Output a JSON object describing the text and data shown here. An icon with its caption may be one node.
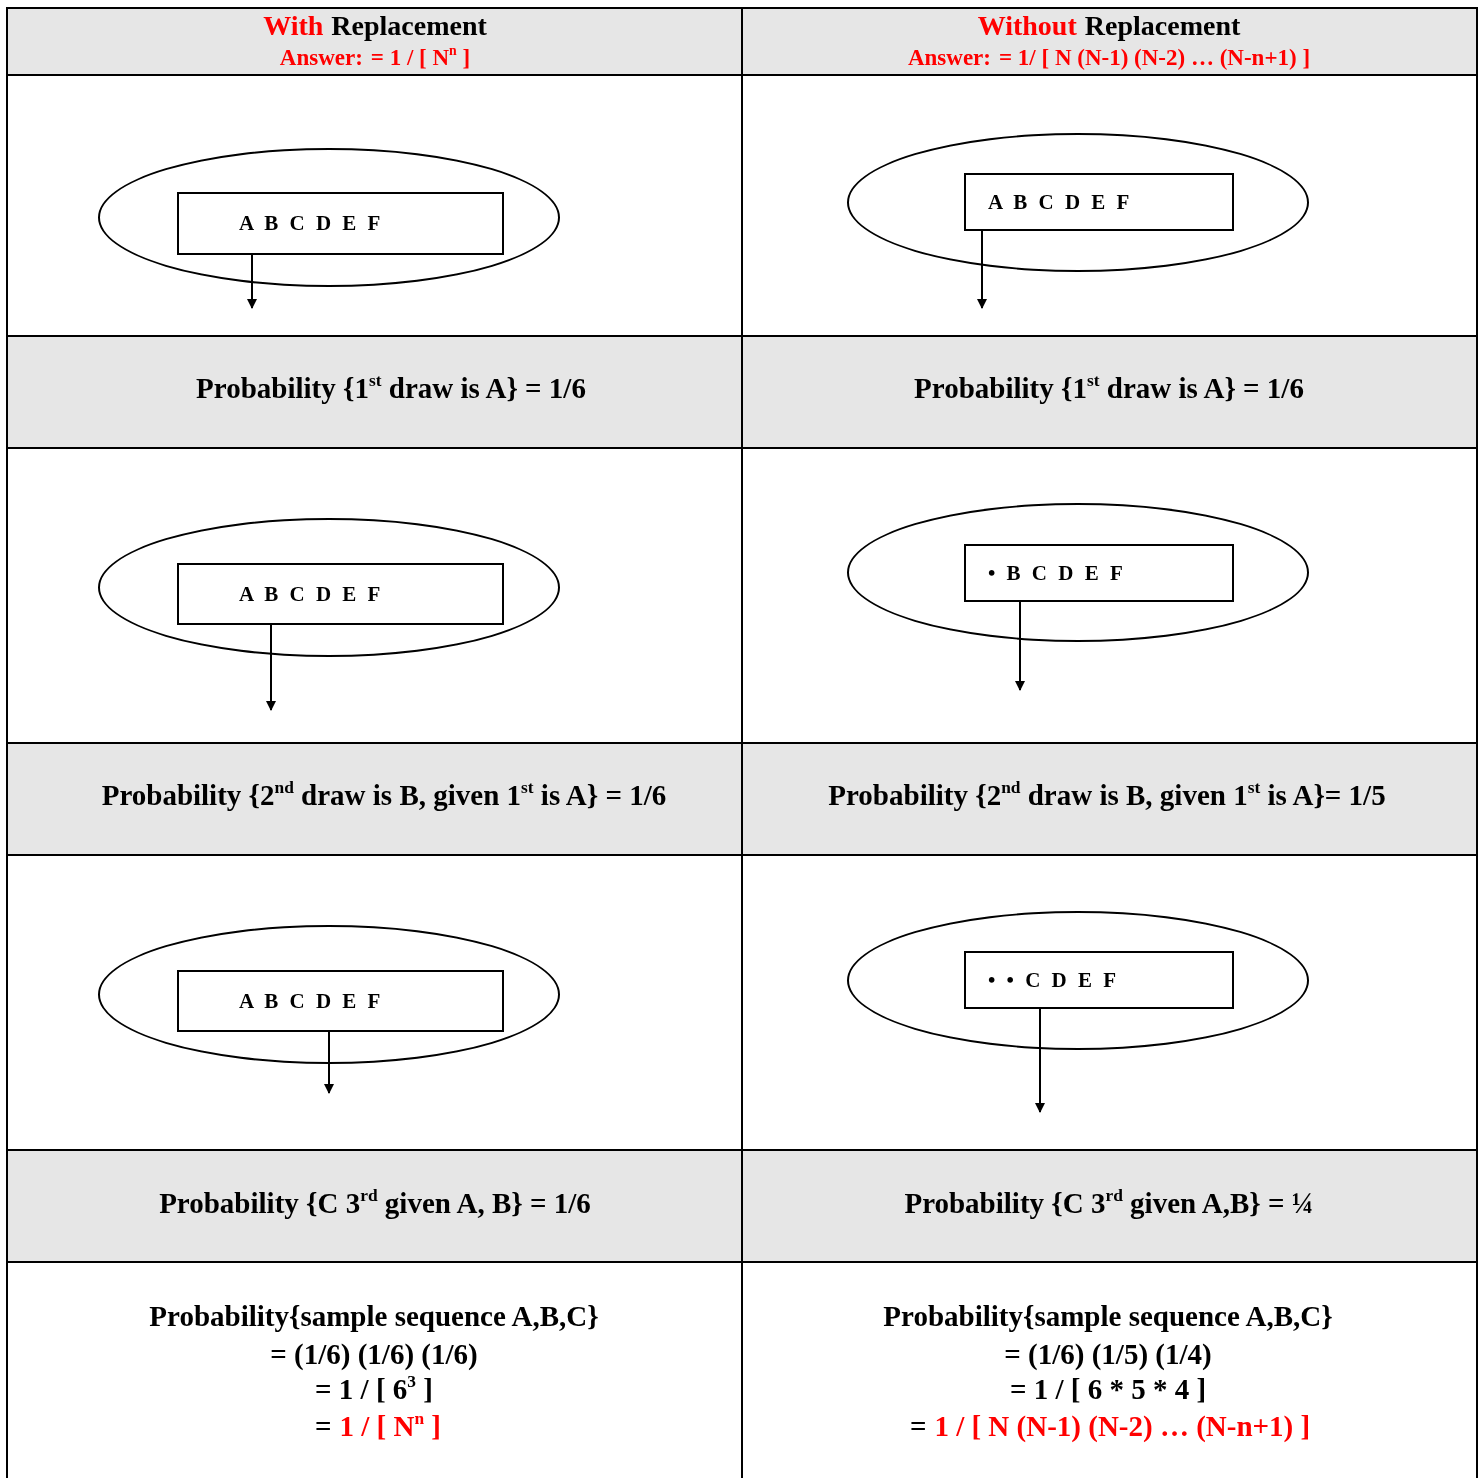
{
  "diagram": {
    "nodes": [
      {
        "text": [],
        "shape": "ellipse"
      },
      {
        "text": [
          "A B C D E F"
        ],
        "in": 0
      },
      {
        "text": [],
        "shape": "ellipse"
      },
      {
        "text": [
          "A B C D E F"
        ],
        "in": 2
      },
      {
        "text": [],
        "shape": "ellipse"
      },
      {
        "text": [
          "A B C D E F"
        ],
        "in": 4
      },
      {
        "text": [],
        "shape": "ellipse"
      },
      {
        "text": [
          "• B C D E F"
        ],
        "in": 6
      },
      {
        "text": [],
        "shape": "ellipse"
      },
      {
        "text": [
          "A B C D E F"
        ],
        "in": 8
      },
      {
        "text": [],
        "shape": "ellipse"
      },
      {
        "text": [
          "• • C D E F"
        ],
        "in": 10
      }
    ],
    "edges": [
      {
        "from": 1,
        "to": null,
        "arrow": "to"
      },
      {
        "from": 3,
        "to": null,
        "arrow": "to"
      },
      {
        "from": 5,
        "to": null,
        "arrow": "to"
      },
      {
        "from": 7,
        "to": null,
        "arrow": "to"
      },
      {
        "from": 9,
        "to": null,
        "arrow": "to"
      },
      {
        "from": 11,
        "to": null,
        "arrow": "to"
      }
    ],
    "labels": [
      "With",
      "Replacement",
      "Answer:",
      "= 1 / [ N$^{n}$ ]",
      "Without",
      "Replacement",
      "Answer:",
      "= 1/ [ N (N-1) (N-2) … (N-n+1) ]",
      "Probability {1$^{st}$ draw is A} = 1/6",
      "Probability {1$^{st}$ draw is A} = 1/6",
      "Probability {2$^{nd}$ draw is B, given 1$^{st}$ is A} = 1/6",
      "Probability {2$^{nd}$ draw is B, given 1$^{st}$ is A}= 1/5",
      "Probability {C 3$^{rd}$ given A, B} = 1/6",
      "Probability {C 3$^{rd}$ given A,B} = ¼",
      "Probability{sample sequence A,B,C}",
      "= (1/6) (1/6) (1/6)",
      "= 1 / [ 6$^{3}$ ]",
      "=",
      "1 / [ N$^{n}$ ]",
      "Probability{sample sequence A,B,C}",
      "= (1/6) (1/5) (1/4)",
      "= 1 / [ 6 * 5 * 4 ]",
      "=",
      "1 / [ N (N-1) (N-2) … (N-n+1) ]"
    ]
  }
}
